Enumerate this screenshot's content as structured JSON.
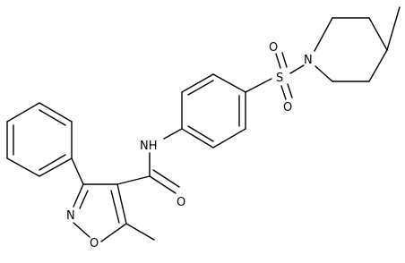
{
  "molecule": {
    "atom_labels": {
      "nh": "NH",
      "o_amide": "O",
      "n_isoxazole": "N",
      "o_isoxazole": "O",
      "s_sulfonyl": "S",
      "o_sulfonyl_top": "O",
      "o_sulfonyl_bottom": "O",
      "n_piperidine": "N"
    }
  }
}
